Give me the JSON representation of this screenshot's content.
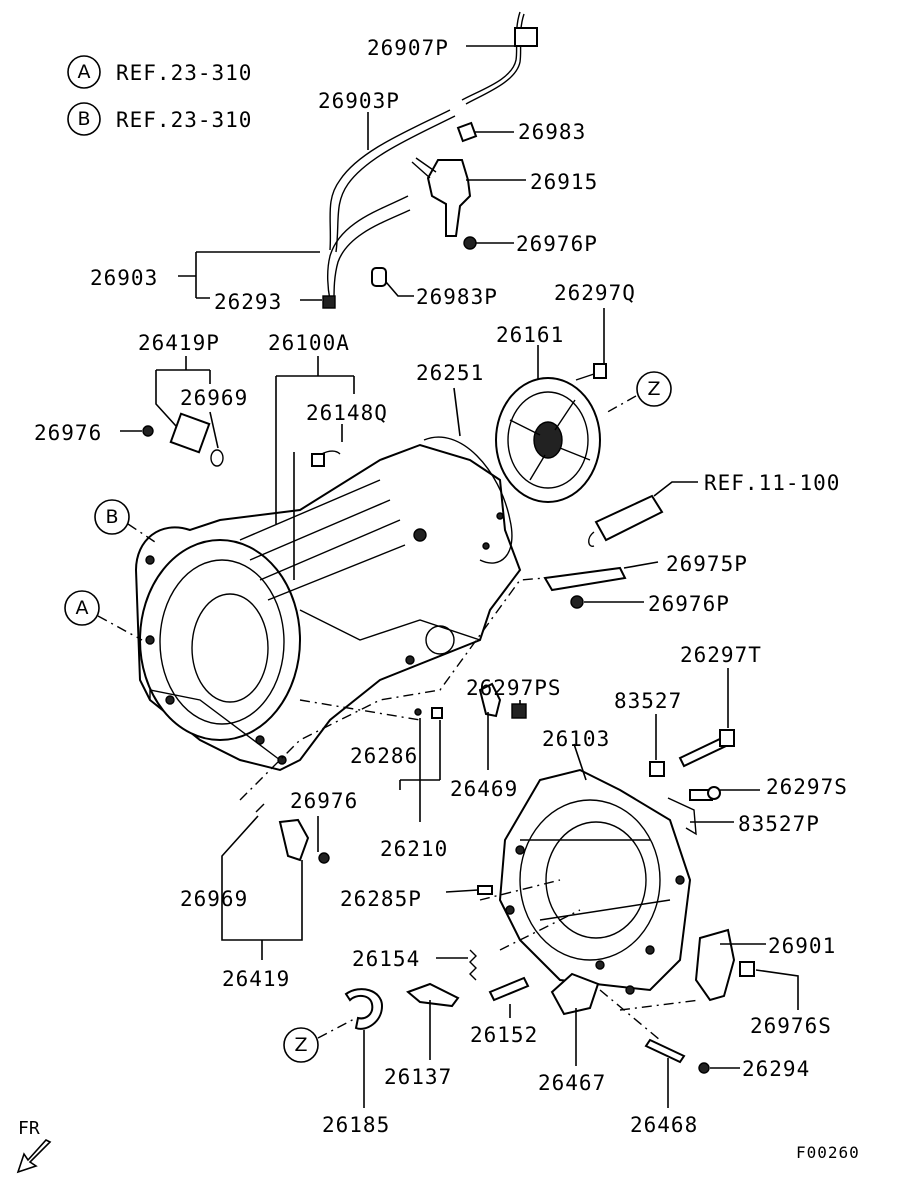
{
  "diagram_code": "F00260",
  "direction_label": "FR",
  "callouts": {
    "A": {
      "letter": "A",
      "ref": "REF.23-310"
    },
    "B": {
      "letter": "B",
      "ref": "REF.23-310"
    },
    "Z": {
      "letter": "Z"
    },
    "ref_engine": "REF.11-100"
  },
  "part_labels": {
    "p26907P": "26907P",
    "p26903P": "26903P",
    "p26983": "26983",
    "p26915": "26915",
    "p26976P_top": "26976P",
    "p26903": "26903",
    "p26293": "26293",
    "p26983P": "26983P",
    "p26297Q": "26297Q",
    "p26419P": "26419P",
    "p26100A": "26100A",
    "p26161": "26161",
    "p26969_top": "26969",
    "p26251": "26251",
    "p26148Q": "26148Q",
    "p26976_top": "26976",
    "p26975P": "26975P",
    "p26976P_mid": "26976P",
    "p26297T": "26297T",
    "p26297PS": "26297PS",
    "p83527": "83527",
    "p26103": "26103",
    "p26286": "26286",
    "p26469": "26469",
    "p26297S": "26297S",
    "p83527P": "83527P",
    "p26976_low": "26976",
    "p26210": "26210",
    "p26969_low": "26969",
    "p26285P": "26285P",
    "p26901": "26901",
    "p26154": "26154",
    "p26419": "26419",
    "p26976S": "26976S",
    "p26152": "26152",
    "p26294": "26294",
    "p26137": "26137",
    "p26467": "26467",
    "p26185": "26185",
    "p26468": "26468"
  }
}
